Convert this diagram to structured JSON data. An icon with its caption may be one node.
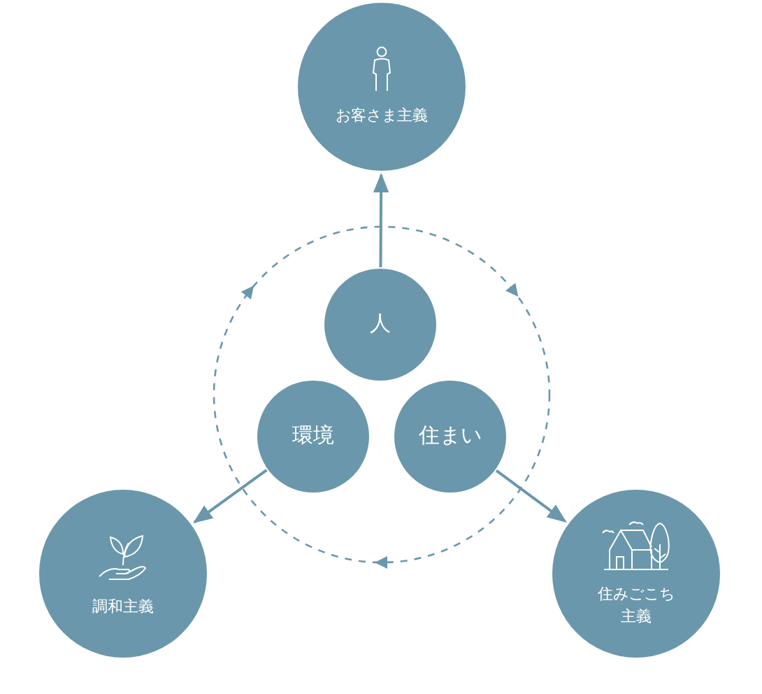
{
  "diagram": {
    "nodes": [
      {
        "text": [
          "お客さま主義"
        ]
      },
      {
        "text": [
          "人"
        ]
      },
      {
        "text": [
          "環境"
        ]
      },
      {
        "text": [
          "住まい"
        ]
      },
      {
        "text": [
          "調和主義"
        ]
      },
      {
        "text": [
          "住みごこち主義"
        ]
      }
    ],
    "edges": [
      {
        "from": 1,
        "to": 0,
        "arrow": "to"
      },
      {
        "from": 2,
        "to": 4,
        "arrow": "to"
      },
      {
        "from": 3,
        "to": 5,
        "arrow": "to"
      }
    ]
  }
}
